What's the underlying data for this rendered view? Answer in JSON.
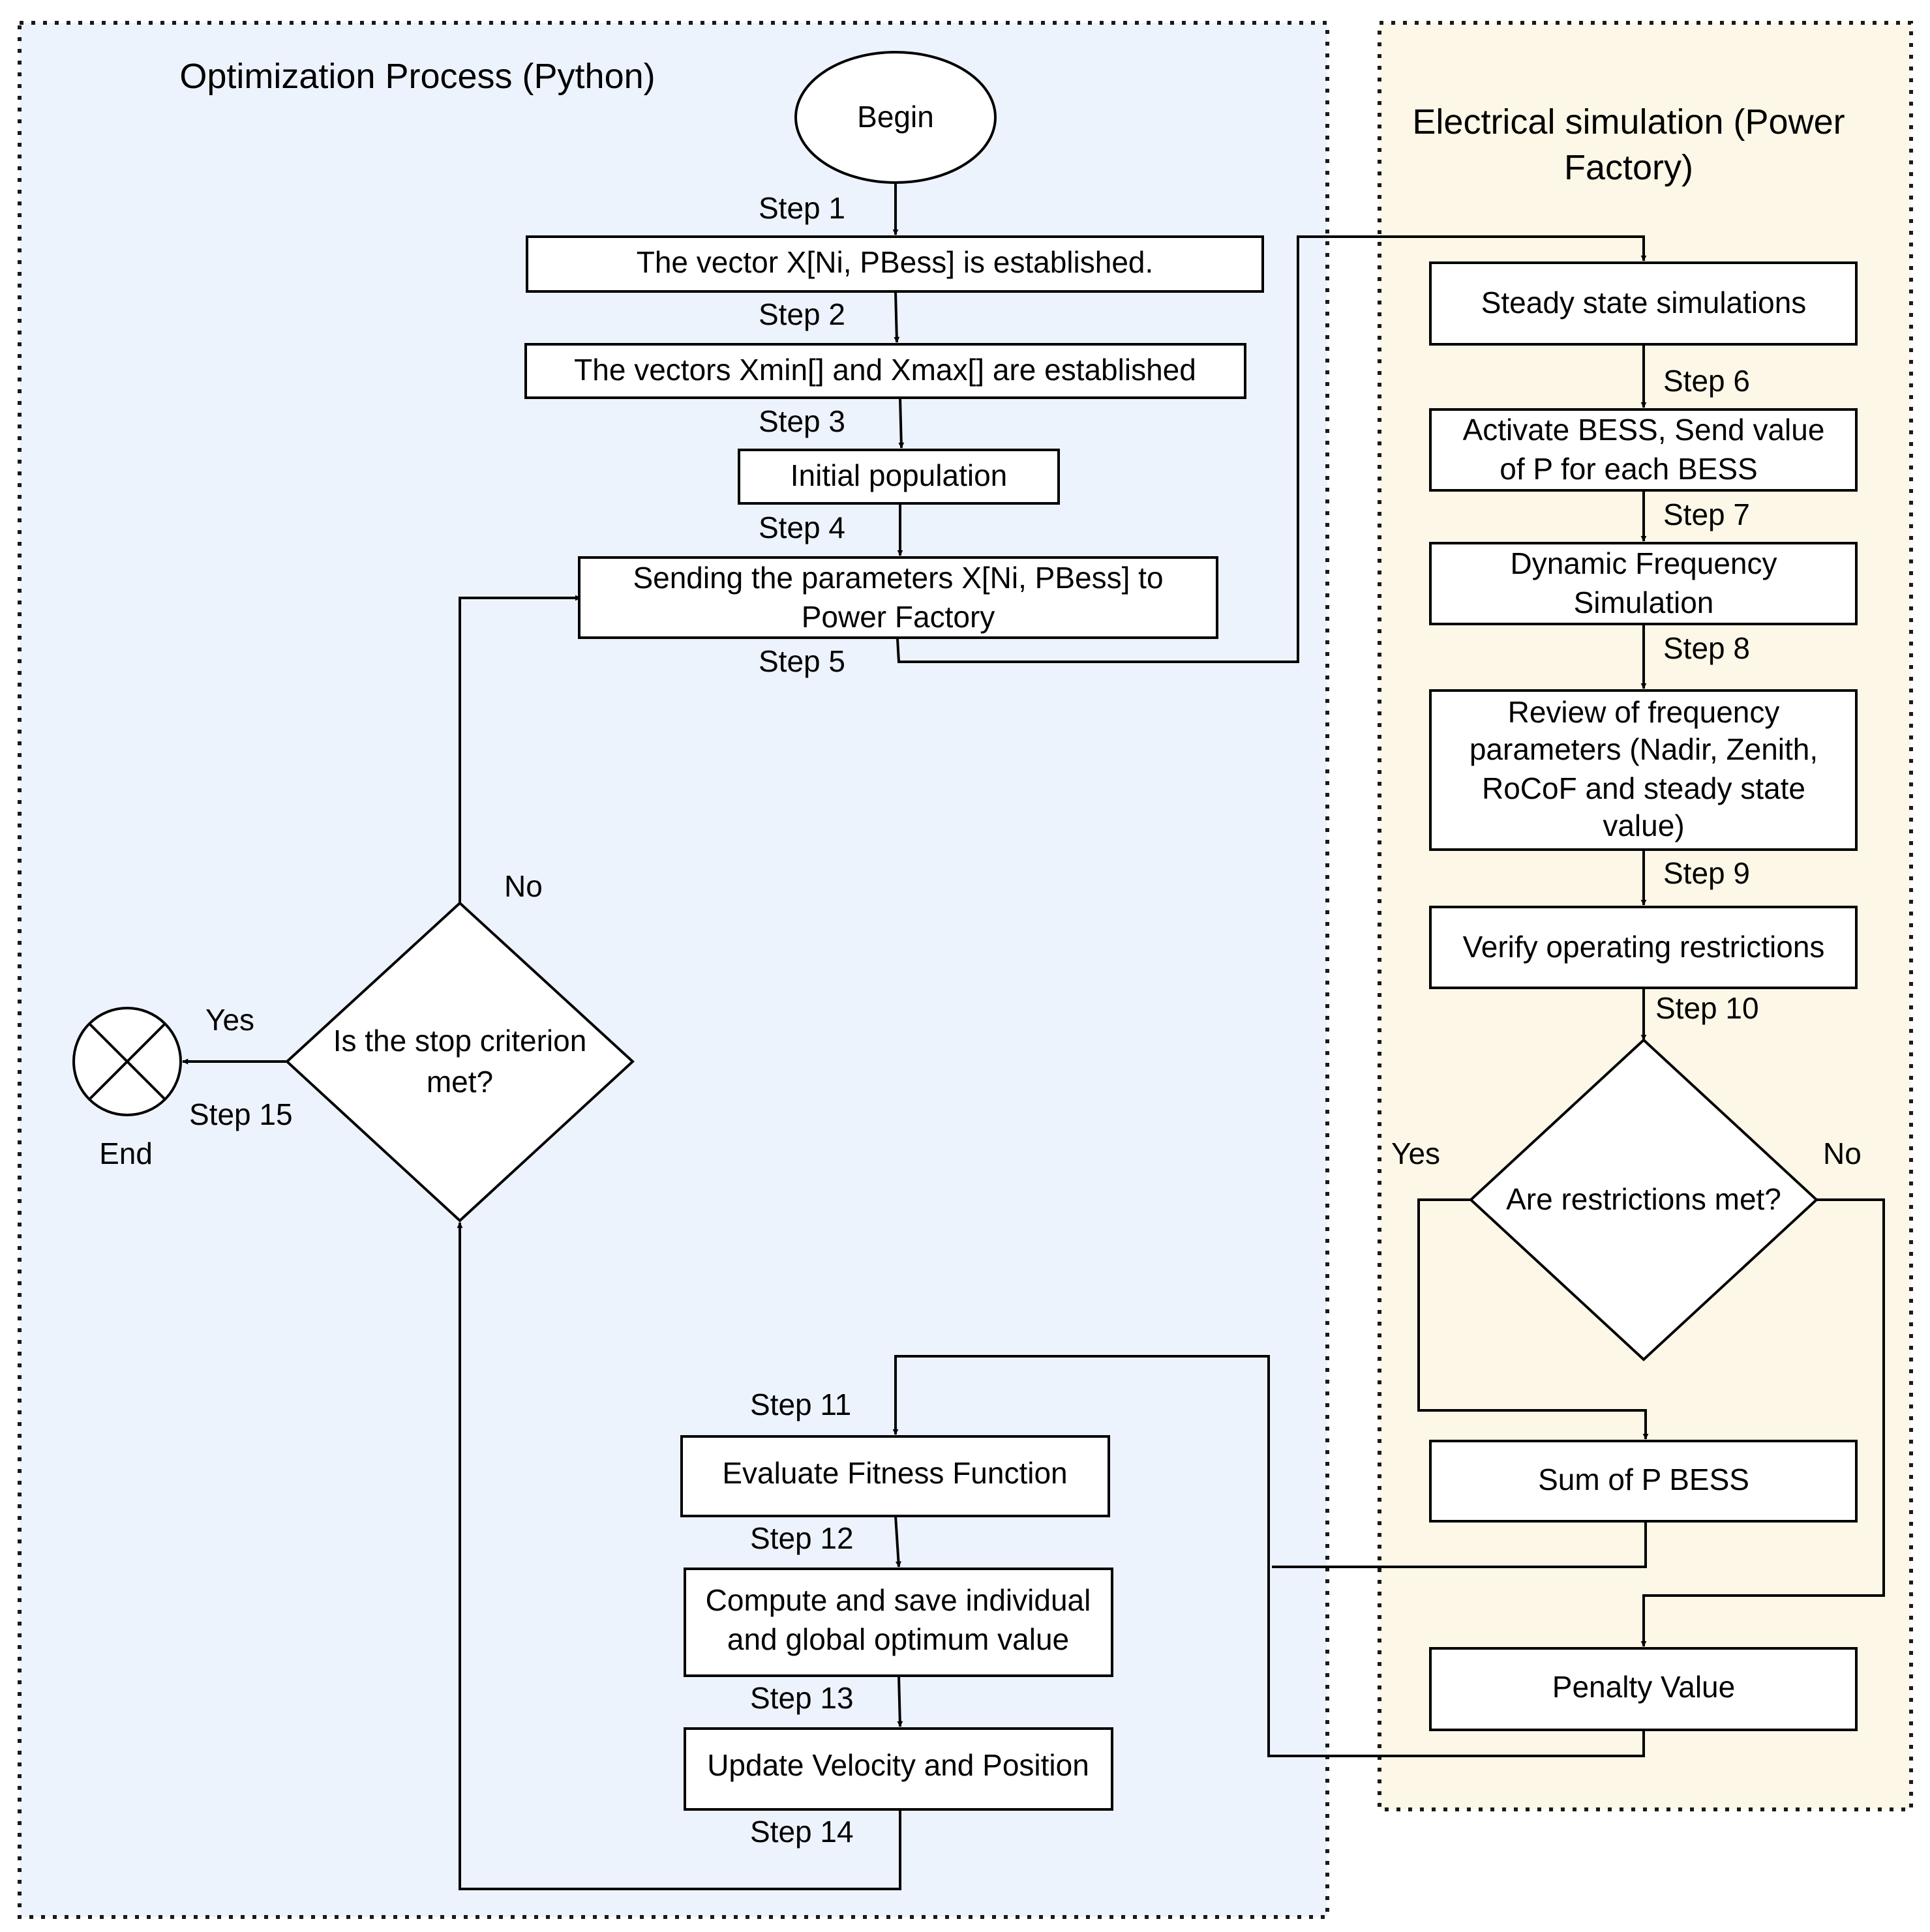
{
  "colors": {
    "python_region_fill": "#edf3fc",
    "power_region_fill": "#fdf7e7",
    "line": "#000000",
    "box_fill": "#ffffff",
    "region_border": "#1a1a1a"
  },
  "regions": {
    "python": {
      "title": "Optimization Process (Python)"
    },
    "power": {
      "title_line1": "Electrical simulation (Power",
      "title_line2": "Factory)"
    }
  },
  "nodes": {
    "begin": "Begin",
    "vector_x": "The vector X[Ni, PBess] is established.",
    "vectors_minmax": "The vectors Xmin[] and Xmax[] are established",
    "initial_population": "Initial population",
    "sending_params": {
      "line1": "Sending the parameters X[Ni, PBess] to",
      "line2": "Power Factory"
    },
    "steady_state": "Steady state simulations",
    "activate_bess": {
      "line1": "Activate BESS, Send value",
      "line2": "of P for each BESS"
    },
    "dynamic_freq": {
      "line1": "Dynamic Frequency",
      "line2": "Simulation"
    },
    "review_freq": {
      "line1": "Review of frequency",
      "line2": "parameters (Nadir, Zenith,",
      "line3": "RoCoF and steady state",
      "line4": "value)"
    },
    "verify_restrictions": "Verify operating restrictions",
    "restrictions_met": "Are restrictions met?",
    "sum_p_bess": "Sum of P BESS",
    "penalty_value": "Penalty Value",
    "evaluate_fitness": "Evaluate Fitness Function",
    "compute_save": {
      "line1": "Compute and save individual",
      "line2": "and global optimum value"
    },
    "update_velocity": "Update Velocity and Position",
    "stop_criterion": {
      "line1": "Is the stop criterion",
      "line2": "met?"
    },
    "end": "End"
  },
  "steps": {
    "s1": "Step 1",
    "s2": "Step 2",
    "s3": "Step 3",
    "s4": "Step 4",
    "s5": "Step 5",
    "s6": "Step 6",
    "s7": "Step 7",
    "s8": "Step 8",
    "s9": "Step 9",
    "s10": "Step 10",
    "s11": "Step 11",
    "s12": "Step 12",
    "s13": "Step 13",
    "s14": "Step 14",
    "s15": "Step 15"
  },
  "branches": {
    "restrictions_yes": "Yes",
    "restrictions_no": "No",
    "stop_yes": "Yes",
    "stop_no": "No"
  }
}
